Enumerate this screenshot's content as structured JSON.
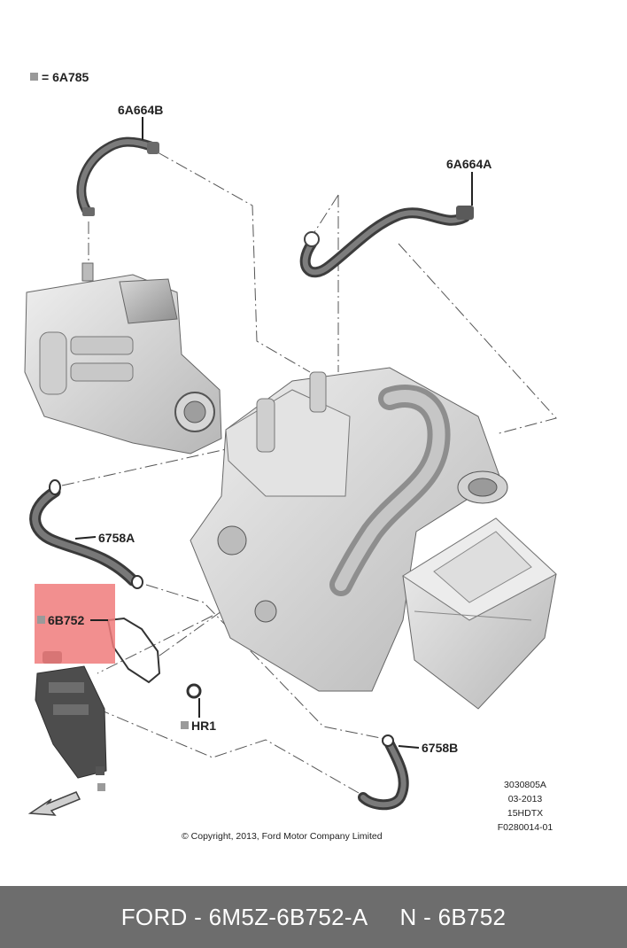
{
  "legend": {
    "square_text": "= 6A785"
  },
  "callouts": {
    "hose_top_left": "6A664B",
    "hose_top_right": "6A664A",
    "hose_mid_left": "6758A",
    "separator": "6B752",
    "grommet": "HR1",
    "hose_bottom": "6758B"
  },
  "drawing_info": [
    "3030805A",
    "03-2013",
    "15HDTX",
    "F0280014-01"
  ],
  "copyright": "© Copyright, 2013, Ford Motor Company Limited",
  "footer": {
    "brand_part": "FORD - 6M5Z-6B752-A",
    "n_part": "N - 6B752"
  },
  "colors": {
    "highlight": "#f07b7b",
    "footer_bg": "#6d6d6d",
    "part_fill": "#d9d9d9",
    "hose_fill": "#5c5c5c"
  }
}
